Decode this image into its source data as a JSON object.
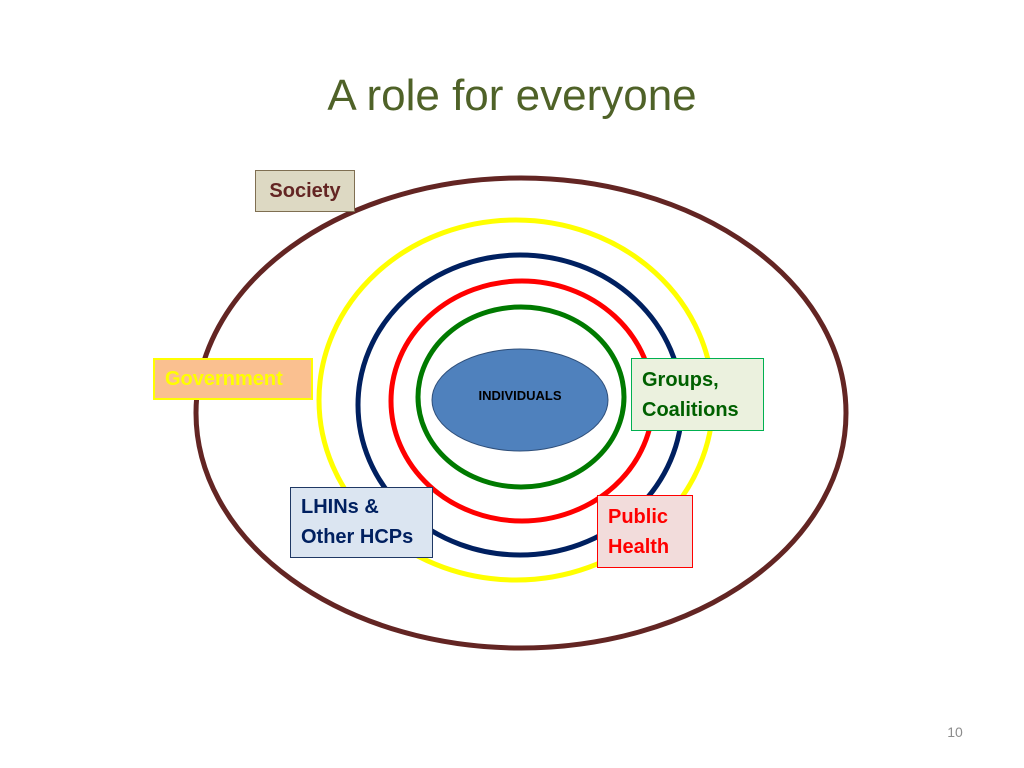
{
  "slide": {
    "title": "A role for everyone",
    "page_number": "10"
  },
  "diagram": {
    "center": "INDIVIDUALS",
    "rings": [
      {
        "label": "Groups, Coalitions",
        "lines": [
          "Groups,",
          "Coalitions"
        ],
        "color": "#007a00"
      },
      {
        "label": "Public Health",
        "lines": [
          "Public",
          "Health"
        ],
        "color": "#ff0000"
      },
      {
        "label": "LHINs & Other HCPs",
        "lines": [
          "LHINs &",
          "Other HCPs"
        ],
        "color": "#002060"
      },
      {
        "label": "Government",
        "lines": [
          "Government"
        ],
        "color": "#ffff00"
      },
      {
        "label": "Society",
        "lines": [
          "Society"
        ],
        "color": "#632523"
      }
    ],
    "center_fill": "#4f81bd"
  }
}
